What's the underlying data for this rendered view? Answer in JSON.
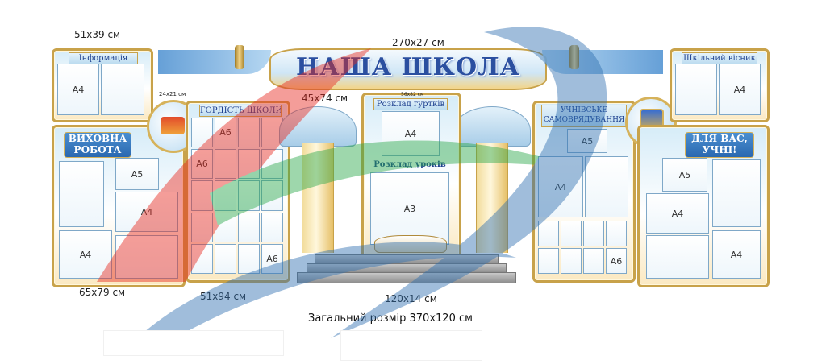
{
  "dimensions": {
    "left_top": "51х39 см",
    "left_bottom": "65х79 см",
    "left_middle": "51х94 см",
    "header": "270х27 см",
    "schedule": "45х74 см",
    "footer": "120х14 см",
    "small_a": "24х21 см",
    "small_b": "56х82 см"
  },
  "total_size": "Загальний розмір 370х120 см",
  "title": "НАША ШКОЛА",
  "labels": {
    "info": "Інформація",
    "education": "ВИХОВНА РОБОТА",
    "pride": "ГОРДІСТЬ ШКОЛИ",
    "clubs": "Розклад гуртків",
    "lessons": "Розклад уроків",
    "self_gov": "УЧНІВСЬКЕ САМОВРЯДУВАННЯ",
    "herald": "Шкільний вісник",
    "for_you": "ДЛЯ ВАС, УЧНІ!"
  },
  "pockets": {
    "a4": "А4",
    "a5": "А5",
    "a6": "А6",
    "a3": "А3"
  },
  "colors": {
    "frame": "#c8a24a",
    "title": "#2b4fa0",
    "sky": "#cfe6f6"
  }
}
